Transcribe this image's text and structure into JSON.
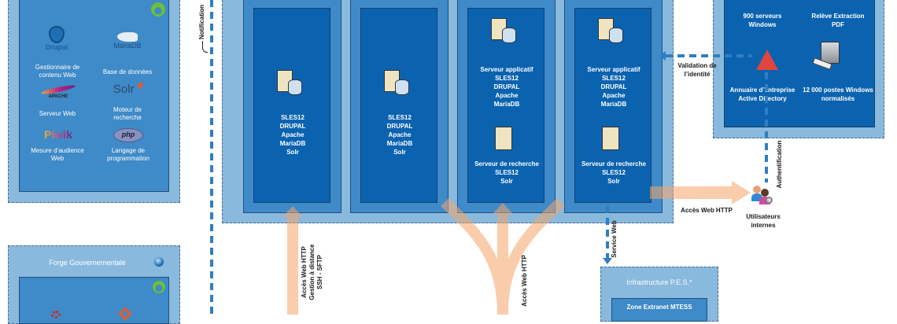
{
  "left_stack": {
    "box_items": [
      {
        "logo": "Drupal",
        "label": "Gestionnaire de contenu Web"
      },
      {
        "logo": "MariaDB",
        "label": "Base de données"
      },
      {
        "logo": "APACHE",
        "label": "Serveur Web"
      },
      {
        "logo": "Solr",
        "label": "Moteur de recherche"
      },
      {
        "logo": "Piwik",
        "label": "Mesure d’audience Web"
      },
      {
        "logo": "php",
        "label": "Langage de programmation"
      }
    ],
    "badge_icon": "open-source-icon"
  },
  "forge": {
    "title": "Forge Gouvernementale",
    "globe_icon": "globe-icon",
    "badge_icon": "open-source-icon"
  },
  "notification_label": "Notification",
  "servers": [
    {
      "lines": [
        "SLES12",
        "DRUPAL",
        "Apache",
        "MariaDB",
        "Solr"
      ]
    },
    {
      "lines": [
        "SLES12",
        "DRUPAL",
        "Apache",
        "MariaDB",
        "Solr"
      ]
    },
    {
      "app": [
        "Serveur applicatif",
        "SLES12",
        "DRUPAL",
        "Apache",
        "MariaDB"
      ],
      "search": [
        "Serveur de recherche",
        "SLES12",
        "Solr"
      ]
    },
    {
      "app": [
        "Serveur applicatif",
        "SLES12",
        "DRUPAL",
        "Apache",
        "MariaDB"
      ],
      "search": [
        "Serveur de recherche",
        "SLES12",
        "Solr"
      ]
    }
  ],
  "right_zone": {
    "items": [
      {
        "label": "900 serveurs Windows"
      },
      {
        "label": "Relève Extraction PDF"
      },
      {
        "label": "Annuaire d’entreprise Active Directory"
      },
      {
        "label": "12 000 postes Windows normalisés"
      }
    ]
  },
  "arrows": {
    "validation": "Validation de l’identité",
    "authentification": "Authentification",
    "acces_web_right": "Accès Web HTTP",
    "service_web": "Service Web",
    "acces_left": [
      "Accès Web HTTP",
      "Gestion à distance",
      "SSH - SFTP"
    ],
    "acces_mid": "Accès Web HTTP"
  },
  "users": {
    "label": "Utilisateurs internes"
  },
  "pes": {
    "title": "Infrastructure P.E.S.*",
    "zone": "Zone Extranet MTESS"
  },
  "colors": {
    "zone": "#8ab9de",
    "panel": "#3f8ac8",
    "inner": "#0b63b0",
    "arrow": "#f5c6a3",
    "dash": "#2f7ec4"
  }
}
